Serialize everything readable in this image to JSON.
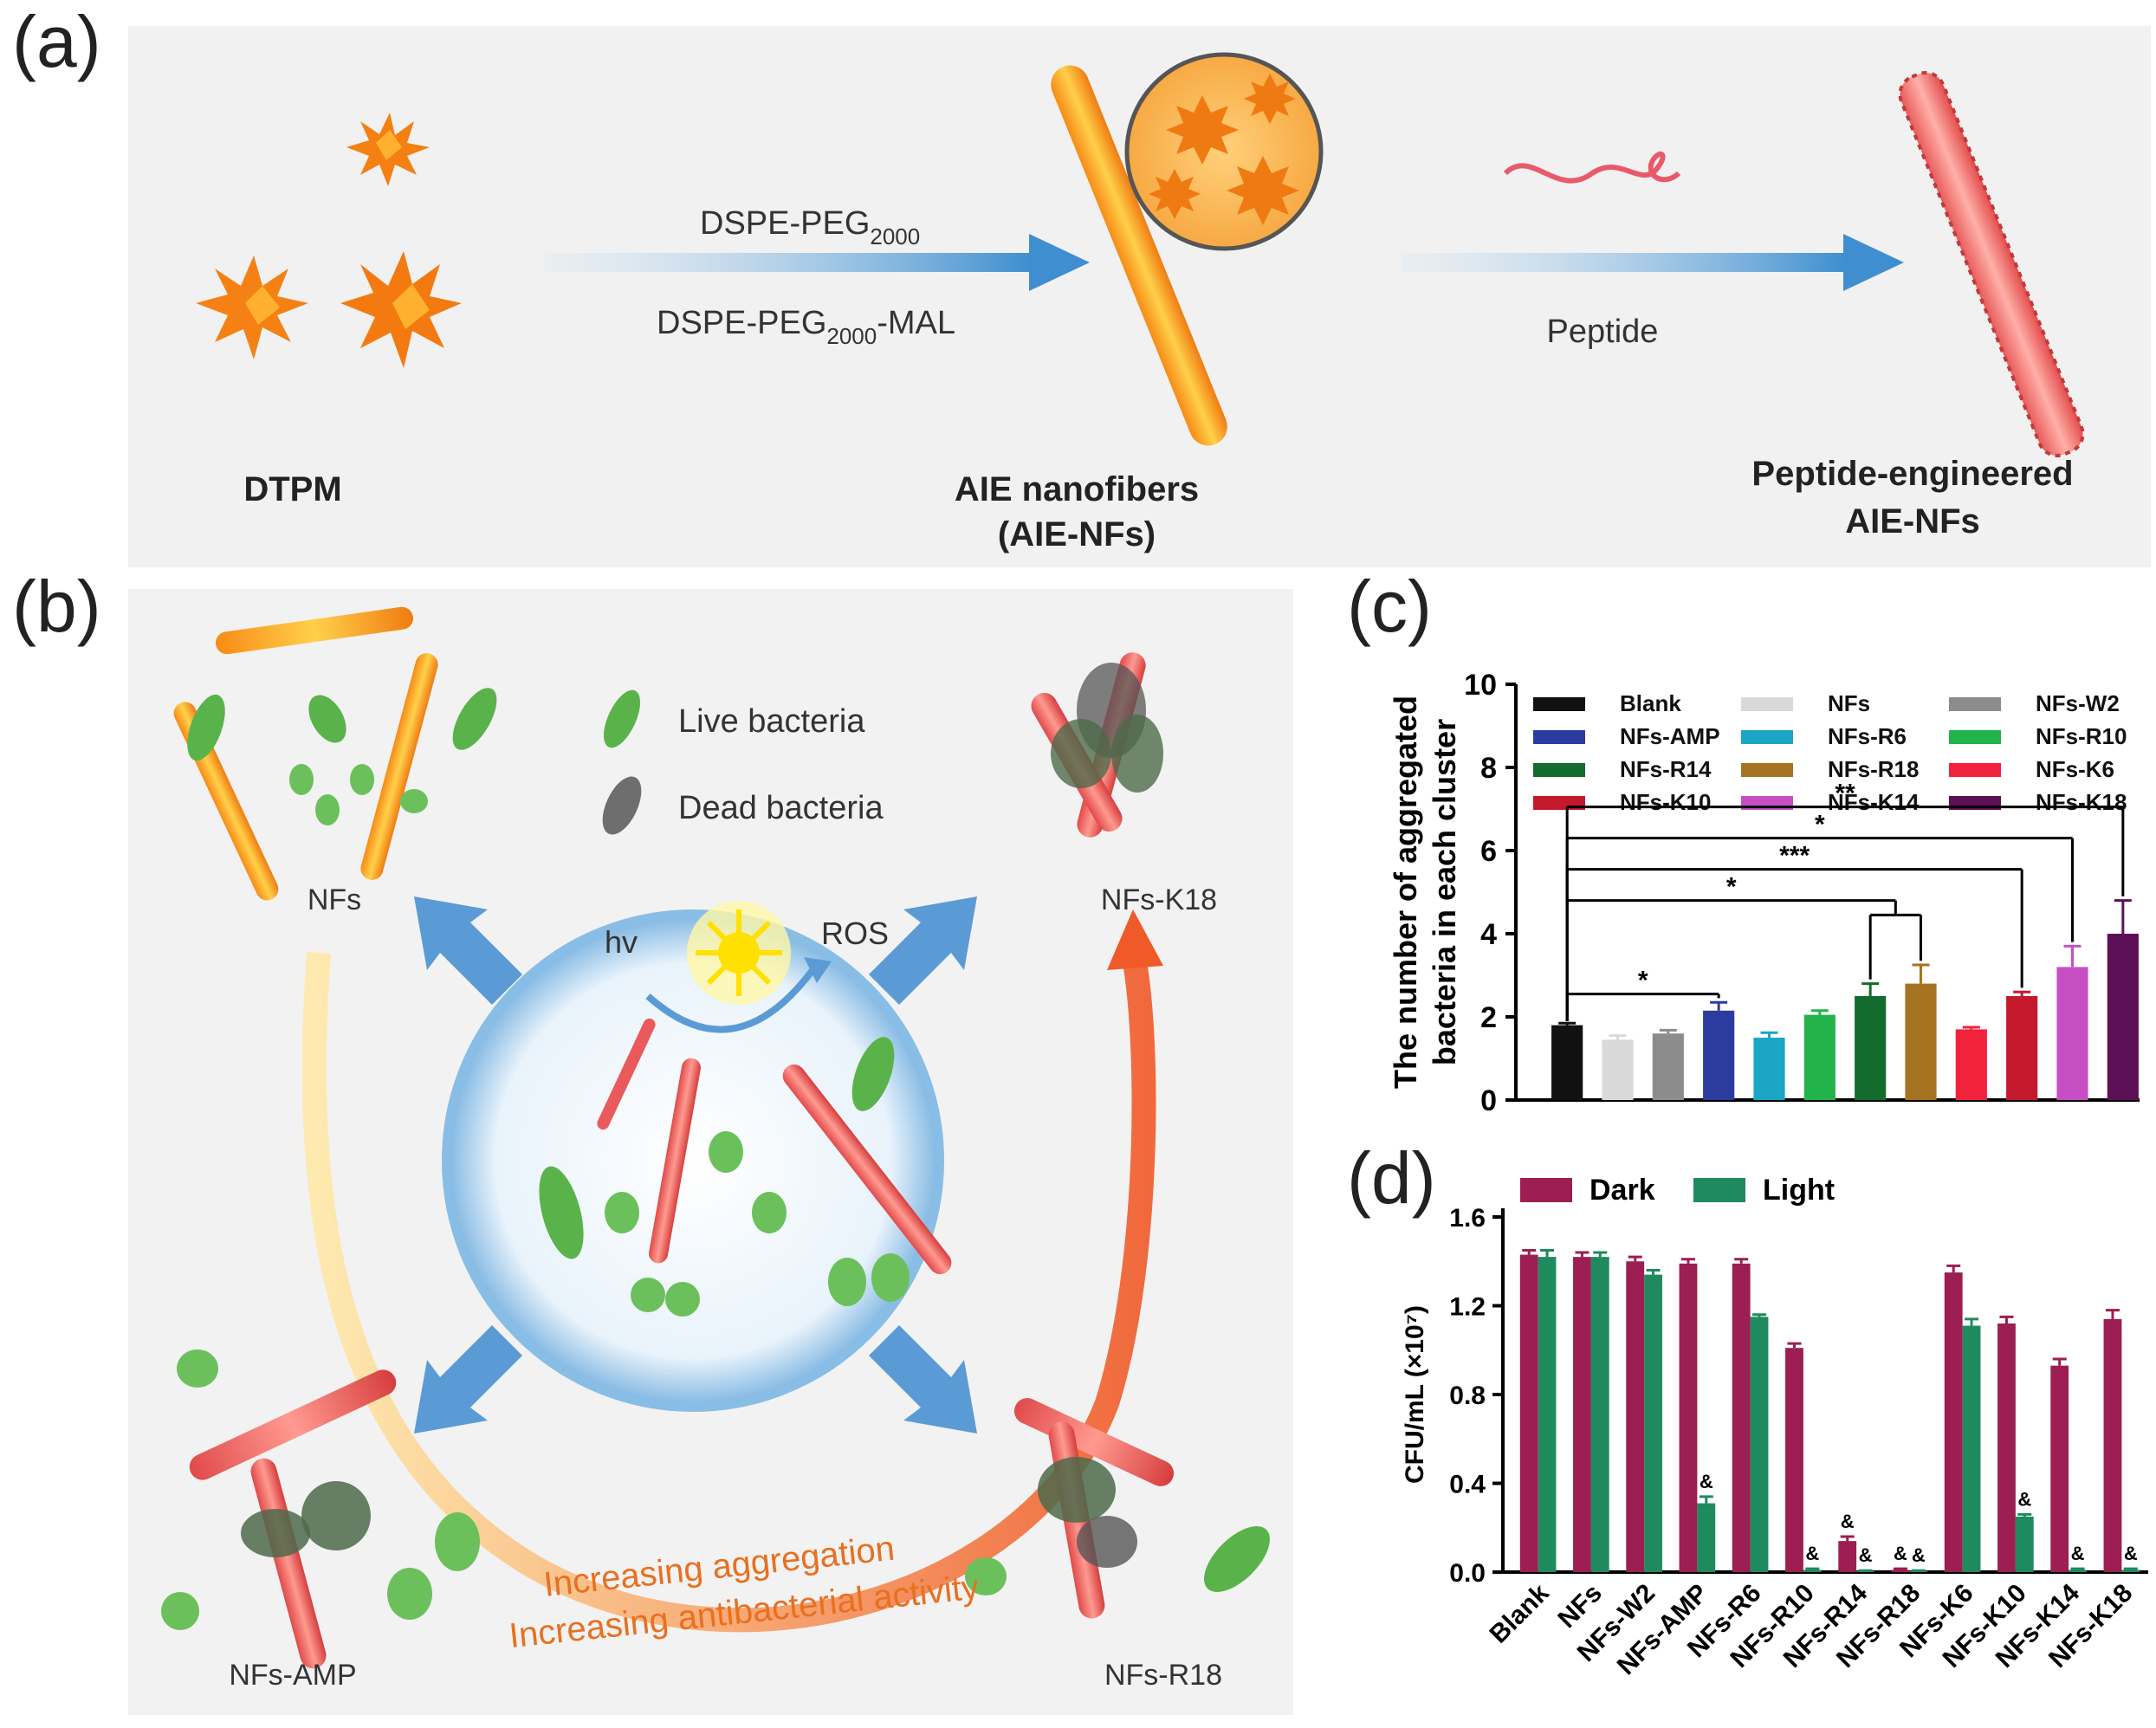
{
  "panel_labels": {
    "a": "(a)",
    "b": "(b)",
    "c": "(c)",
    "d": "(d)"
  },
  "panel_a": {
    "reagent1": "DSPE-PEG",
    "reagent1_sub": "2000",
    "reagent2_pre": "DSPE-PEG",
    "reagent2_sub": "2000",
    "reagent2_post": "-MAL",
    "peptide": "Peptide",
    "dtpm": "DTPM",
    "aie_line1": "AIE nanofibers",
    "aie_line2": "(AIE-NFs)",
    "pe_line1": "Peptide-engineered",
    "pe_line2": "AIE-NFs"
  },
  "panel_b": {
    "legend_live": "Live bacteria",
    "legend_dead": "Dead bacteria",
    "hv": "hv",
    "ros": "ROS",
    "nfs": "NFs",
    "nfs_k18": "NFs-K18",
    "nfs_amp": "NFs-AMP",
    "nfs_r18": "NFs-R18",
    "arc1": "Increasing aggregation",
    "arc2": "Increasing antibacterial activity"
  },
  "colors": {
    "Blank": "#111111",
    "NFs": "#d9d9d9",
    "NFs-W2": "#8c8c8c",
    "NFs-AMP": "#2b3c9e",
    "NFs-R6": "#1aa6c4",
    "NFs-R10": "#22b34a",
    "NFs-R14": "#146b2e",
    "NFs-R18": "#a67321",
    "NFs-K6": "#f2213c",
    "NFs-K10": "#c4192c",
    "NFs-K14": "#c74fc4",
    "NFs-K18": "#5e1057",
    "dark": "#9c1e52",
    "light": "#1f8a5e"
  },
  "chart_data": [
    {
      "type": "bar",
      "ylabel_line1": "The number of aggregated",
      "ylabel_line2": "bacteria in each cluster",
      "ylim": [
        0,
        10
      ],
      "yticks": [
        "0",
        "2",
        "4",
        "6",
        "8",
        "10"
      ],
      "categories": [
        "Blank",
        "NFs",
        "NFs-W2",
        "NFs-AMP",
        "NFs-R6",
        "NFs-R10",
        "NFs-R14",
        "NFs-R18",
        "NFs-K6",
        "NFs-K10",
        "NFs-K14",
        "NFs-K18"
      ],
      "legend_order": [
        "Blank",
        "NFs",
        "NFs-W2",
        "NFs-AMP",
        "NFs-R6",
        "NFs-R10",
        "NFs-R14",
        "NFs-R18",
        "NFs-K6",
        "NFs-K10",
        "NFs-K14",
        "NFs-K18"
      ],
      "values": [
        1.8,
        1.45,
        1.6,
        2.15,
        1.5,
        2.05,
        2.5,
        2.8,
        1.7,
        2.5,
        3.2,
        4.0
      ],
      "errors": [
        0.05,
        0.1,
        0.08,
        0.2,
        0.12,
        0.1,
        0.3,
        0.45,
        0.05,
        0.1,
        0.5,
        0.8
      ],
      "significance": [
        "*",
        "*",
        "***",
        "*",
        "**"
      ]
    },
    {
      "type": "bar",
      "ylabel": "CFU/mL (×10⁷)",
      "ylim": [
        0,
        1.6
      ],
      "yticks": [
        "0.0",
        "0.4",
        "0.8",
        "1.2",
        "1.6"
      ],
      "categories": [
        "Blank",
        "NFs",
        "NFs-W2",
        "NFs-AMP",
        "NFs-R6",
        "NFs-R10",
        "NFs-R14",
        "NFs-R18",
        "NFs-K6",
        "NFs-K10",
        "NFs-K14",
        "NFs-K18"
      ],
      "series": [
        {
          "name": "Dark",
          "values": [
            1.43,
            1.42,
            1.4,
            1.39,
            1.39,
            1.01,
            0.14,
            0.01,
            1.35,
            1.12,
            0.93,
            1.14
          ],
          "errors": [
            0.02,
            0.02,
            0.02,
            0.02,
            0.02,
            0.02,
            0.02,
            0.005,
            0.03,
            0.03,
            0.03,
            0.04
          ]
        },
        {
          "name": "Light",
          "values": [
            1.42,
            1.42,
            1.34,
            0.31,
            1.15,
            0.01,
            0.005,
            0.005,
            1.11,
            0.25,
            0.01,
            0.01
          ],
          "errors": [
            0.03,
            0.02,
            0.02,
            0.03,
            0.01,
            0.005,
            0.002,
            0.002,
            0.03,
            0.01,
            0.005,
            0.005
          ]
        }
      ],
      "marks_char": "&"
    }
  ]
}
